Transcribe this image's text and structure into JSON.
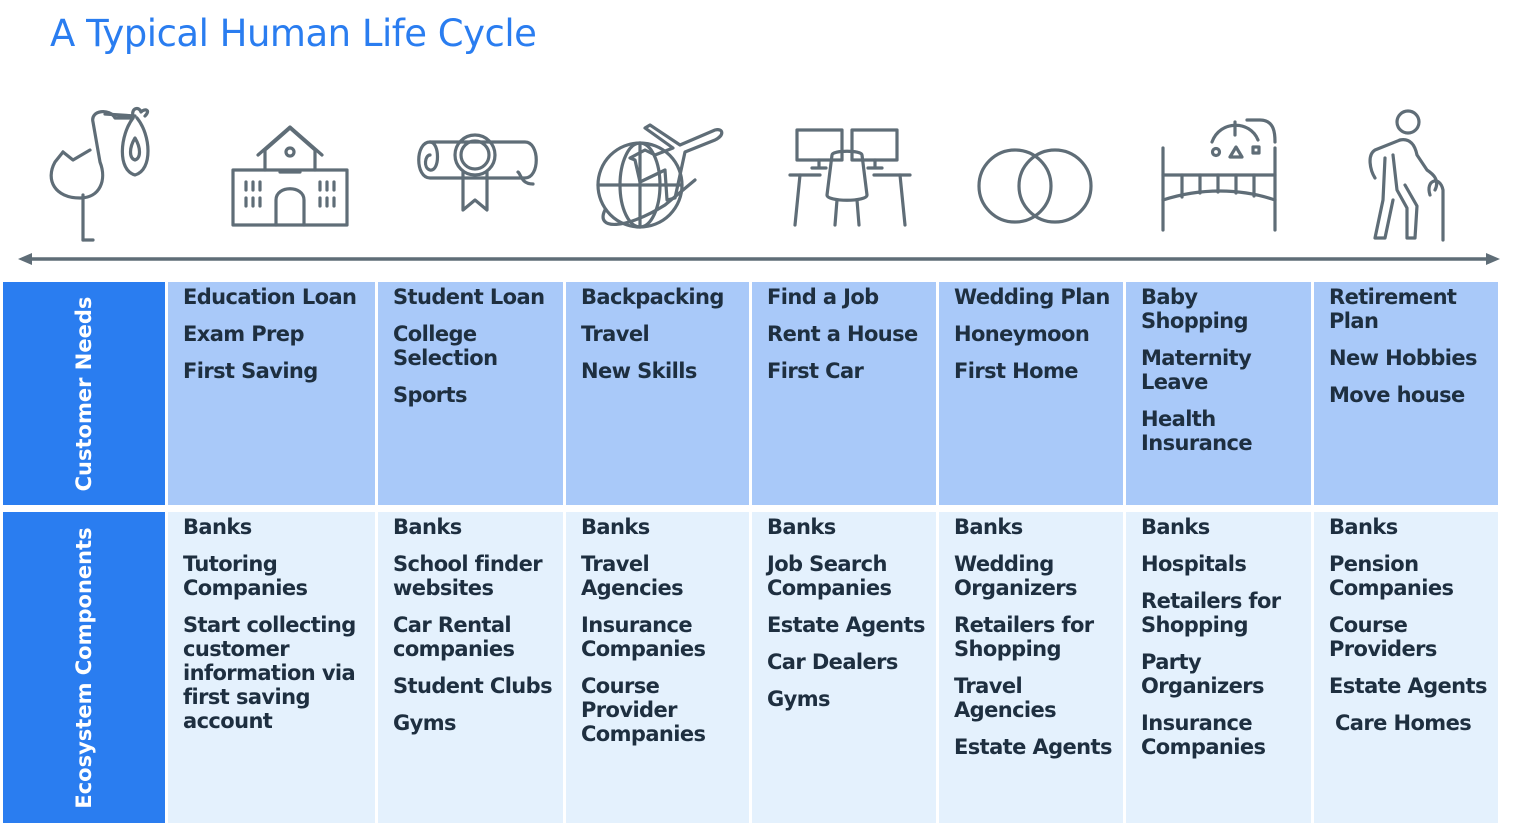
{
  "title": "A Typical Human Life Cycle",
  "colors": {
    "title": "#2a7df0",
    "row_label_bg": "#2a7df0",
    "needs_bg": "#a9c9f9",
    "ecosystem_bg": "#e4f1fd",
    "text": "#1e2f40",
    "icon_stroke": "#5f6d77"
  },
  "stages": [
    {
      "icon": "stork-baby-icon"
    },
    {
      "icon": "school-building-icon"
    },
    {
      "icon": "diploma-scroll-icon"
    },
    {
      "icon": "globe-airplane-icon"
    },
    {
      "icon": "office-desk-icon"
    },
    {
      "icon": "wedding-rings-icon"
    },
    {
      "icon": "baby-crib-icon"
    },
    {
      "icon": "elderly-person-cane-icon"
    }
  ],
  "timeline": {
    "direction": "bidirectional-arrow"
  },
  "rows": {
    "needs": {
      "label": "Customer Needs",
      "columns": [
        [
          "Education Loan",
          "Exam Prep",
          "First Saving"
        ],
        [
          "Student Loan",
          "College Selection",
          "Sports"
        ],
        [
          "Backpacking",
          "Travel",
          "New Skills"
        ],
        [
          "Find a Job",
          "Rent a House",
          "First Car"
        ],
        [
          "Wedding Plan",
          "Honeymoon",
          "First Home"
        ],
        [
          "Baby Shopping",
          "Maternity Leave",
          "Health Insurance"
        ],
        [
          "Retirement Plan",
          "New Hobbies",
          "Move house"
        ]
      ]
    },
    "ecosystem": {
      "label": "Ecosystem Components",
      "columns": [
        [
          "Banks",
          "Tutoring Companies",
          "Start collecting customer information via first saving account"
        ],
        [
          "Banks",
          "School finder websites",
          "Car Rental companies",
          "Student Clubs",
          "Gyms"
        ],
        [
          "Banks",
          "Travel Agencies",
          "Insurance Companies",
          "Course Provider Companies"
        ],
        [
          "Banks",
          "Job Search Companies",
          "Estate Agents",
          "Car Dealers",
          "Gyms"
        ],
        [
          "Banks",
          "Wedding Organizers",
          "Retailers for Shopping",
          "Travel Agencies",
          "Estate Agents"
        ],
        [
          "Banks",
          "Hospitals",
          "Retailers for Shopping",
          "Party Organizers",
          "Insurance Companies"
        ],
        [
          "Banks",
          "Pension Companies",
          "Course Providers",
          "Estate Agents",
          "Care Homes"
        ]
      ]
    }
  }
}
